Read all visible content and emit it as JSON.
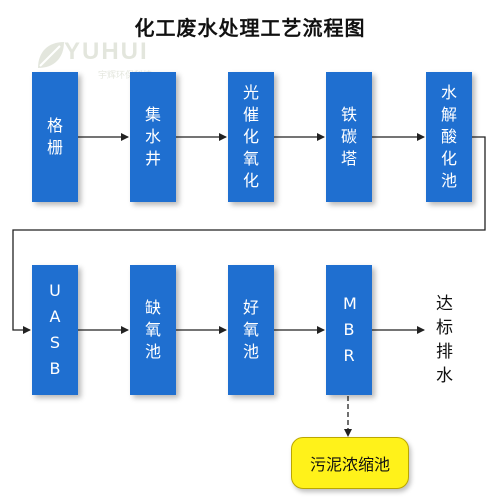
{
  "title": "化工废水处理工艺流程图",
  "watermark": {
    "brand": "YUHUI",
    "subtitle": "宇辉环保科技"
  },
  "colors": {
    "box": "#1f6fd0",
    "sludge": "#fff21a",
    "arrow": "#222222"
  },
  "row1": [
    {
      "label": "格栅"
    },
    {
      "label": "集水井"
    },
    {
      "label": "光催化氧化"
    },
    {
      "label": "铁碳塔"
    },
    {
      "label": "水解酸化池"
    }
  ],
  "row2": [
    {
      "label": "UASB"
    },
    {
      "label": "缺氧池"
    },
    {
      "label": "好氧池"
    },
    {
      "label": "MBR"
    }
  ],
  "outlet": "达标排水",
  "sludge": "污泥浓缩池"
}
